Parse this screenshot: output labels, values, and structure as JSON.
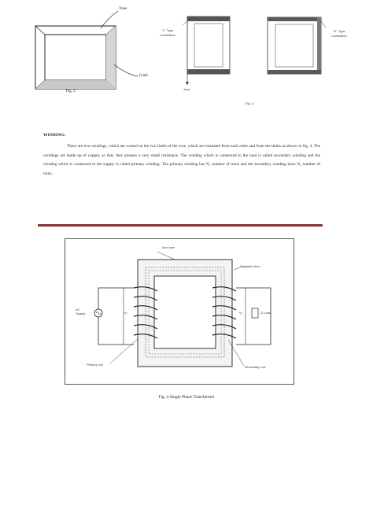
{
  "fig2": {
    "label_yoke": "Yoke",
    "label_limb": "Limb",
    "caption": "Fig. 2"
  },
  "fig3": {
    "label_l_type": "\"L\" Type Lamination",
    "label_e_type": "\"E\" Type Lamination",
    "label_joint": "Joint",
    "caption": "Fig. 3"
  },
  "section": {
    "heading": "WINDING:",
    "paragraph": "There are two windings, which are wound on the two limbs of the core, which are insulated from each other and from the limbs as shown in fig. 4. The windings are made up of copper, so that, they possess a very small resistance. The winding which is connected to the load is called secondary winding and the winding which is connected to the supply is called primary winding. The primary winding has N₁ number of turns and the secondary winding have N₂ number of turns."
  },
  "fig4": {
    "label_iron_core": "Iron core",
    "label_magnetic_lines": "Magnetic lines",
    "label_ac_supply": "AC Supply",
    "label_v1": "V₁",
    "label_v2": "V₂",
    "label_zl_load": "Zₗ Load",
    "label_primary_coil": "Primary coil",
    "label_secondary_coil": "Secondary coil",
    "caption": "Fig. 4 Single Phase Transformer"
  },
  "colors": {
    "rule": "#8a2f2f",
    "ink": "#222222"
  }
}
